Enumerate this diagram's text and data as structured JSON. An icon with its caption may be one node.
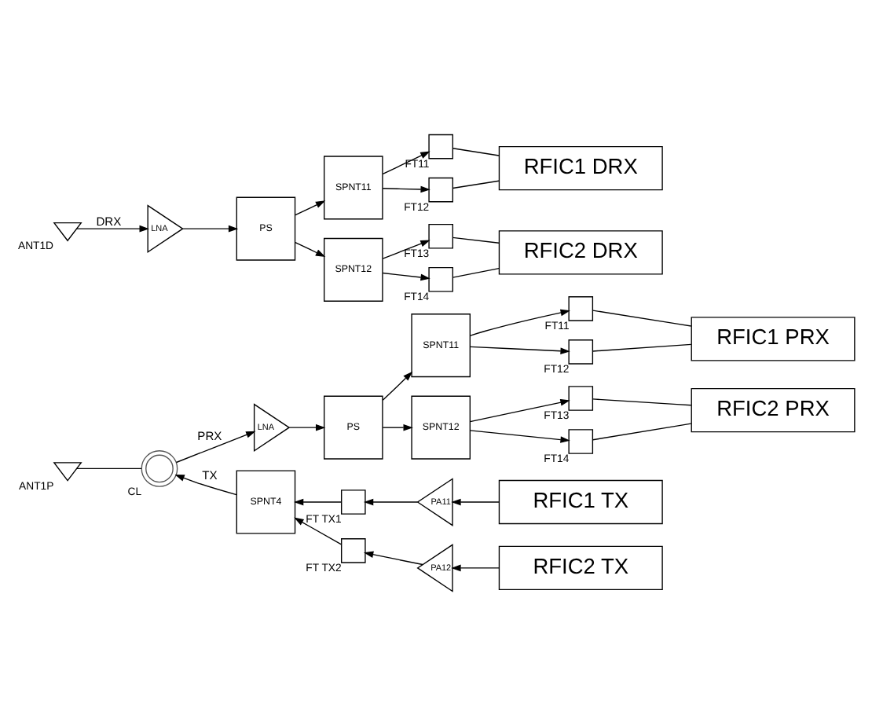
{
  "diagram": {
    "nodes": [
      {
        "text": [
          "ANT1P"
        ]
      },
      {
        "text": [
          "CL"
        ]
      },
      {
        "text": [
          "LNA"
        ]
      },
      {
        "text": [
          "PS"
        ]
      },
      {
        "text": [
          "SPNT11"
        ]
      },
      {
        "text": [
          "SPNT12"
        ]
      },
      {
        "text": [
          "FT11"
        ]
      },
      {
        "text": [
          "FT12"
        ]
      },
      {
        "text": [
          "FT13"
        ]
      },
      {
        "text": [
          "FT14"
        ]
      },
      {
        "text": [
          "RFIC1 PRX"
        ]
      },
      {
        "text": [
          "RFIC2 PRX"
        ]
      },
      {
        "text": [
          "SPNT4"
        ]
      },
      {
        "text": [
          "FT TX1"
        ]
      },
      {
        "text": [
          "PA11"
        ]
      },
      {
        "text": [
          "RFIC1 TX"
        ]
      },
      {
        "text": [
          "FT TX2"
        ]
      },
      {
        "text": [
          "PA12"
        ]
      },
      {
        "text": [
          "RFIC2 TX"
        ]
      },
      {
        "text": [
          "ANT1D"
        ]
      },
      {
        "text": [
          "LNA"
        ]
      },
      {
        "text": [
          "PS"
        ]
      },
      {
        "text": [
          "SPNT11"
        ]
      },
      {
        "text": [
          "SPNT12"
        ]
      },
      {
        "text": [
          "FT11"
        ]
      },
      {
        "text": [
          "FT12"
        ]
      },
      {
        "text": [
          "FT13"
        ]
      },
      {
        "text": [
          "FT14"
        ]
      },
      {
        "text": [
          "RFIC1 DRX"
        ]
      },
      {
        "text": [
          "RFIC2 DRX"
        ]
      }
    ],
    "edges": [
      {
        "from": 0,
        "to": 1,
        "arrow": "none"
      },
      {
        "from": 1,
        "to": 2,
        "arrow": "to",
        "label": "PRX"
      },
      {
        "from": 2,
        "to": 3,
        "arrow": "to"
      },
      {
        "from": 3,
        "to": 4,
        "arrow": "to"
      },
      {
        "from": 3,
        "to": 5,
        "arrow": "to"
      },
      {
        "from": 4,
        "to": 6,
        "arrow": "to"
      },
      {
        "from": 4,
        "to": 7,
        "arrow": "to"
      },
      {
        "from": 5,
        "to": 8,
        "arrow": "to"
      },
      {
        "from": 5,
        "to": 9,
        "arrow": "to"
      },
      {
        "from": 6,
        "to": 10,
        "arrow": "none"
      },
      {
        "from": 7,
        "to": 10,
        "arrow": "none"
      },
      {
        "from": 8,
        "to": 11,
        "arrow": "none"
      },
      {
        "from": 9,
        "to": 11,
        "arrow": "none"
      },
      {
        "from": 12,
        "to": 1,
        "arrow": "to",
        "label": "TX"
      },
      {
        "from": 13,
        "to": 12,
        "arrow": "to"
      },
      {
        "from": 14,
        "to": 13,
        "arrow": "to"
      },
      {
        "from": 15,
        "to": 14,
        "arrow": "to"
      },
      {
        "from": 16,
        "to": 12,
        "arrow": "to"
      },
      {
        "from": 17,
        "to": 16,
        "arrow": "to"
      },
      {
        "from": 18,
        "to": 17,
        "arrow": "to"
      },
      {
        "from": 19,
        "to": 20,
        "arrow": "to",
        "label": "DRX"
      },
      {
        "from": 20,
        "to": 21,
        "arrow": "to"
      },
      {
        "from": 21,
        "to": 22,
        "arrow": "to"
      },
      {
        "from": 21,
        "to": 23,
        "arrow": "to"
      },
      {
        "from": 22,
        "to": 24,
        "arrow": "to"
      },
      {
        "from": 22,
        "to": 25,
        "arrow": "to"
      },
      {
        "from": 23,
        "to": 26,
        "arrow": "to"
      },
      {
        "from": 23,
        "to": 27,
        "arrow": "to"
      },
      {
        "from": 24,
        "to": 28,
        "arrow": "none"
      },
      {
        "from": 25,
        "to": 28,
        "arrow": "none"
      },
      {
        "from": 26,
        "to": 29,
        "arrow": "none"
      },
      {
        "from": 27,
        "to": 29,
        "arrow": "none"
      }
    ]
  }
}
